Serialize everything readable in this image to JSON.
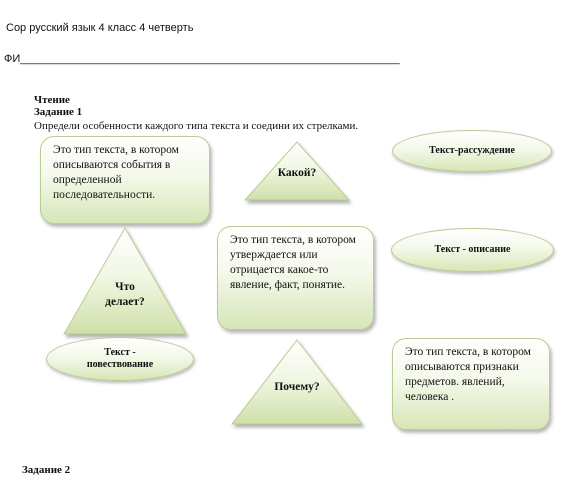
{
  "header": {
    "title": "Сор  русский язык  4 класс 4 четверть",
    "name_line": "ФИ______________________________________________________________"
  },
  "section": {
    "reading": "Чтение",
    "task1": "Задание 1",
    "instruction": "Определи особенности каждого типа текста и соедини их стрелками.",
    "task2": "Задание 2"
  },
  "boxes": {
    "events": "Это тип текста, в котором описываются события в определенной последовательности.",
    "affirm": "Это тип текста, в котором утверждается или отрицается какое-то явление, факт, понятие.",
    "features": "Это тип текста, в котором описываются признаки предметов. явлений, человека ."
  },
  "triangles": {
    "what_kind": "Какой?",
    "what_does": "Что делает?",
    "why": "Почему?"
  },
  "ovals": {
    "reasoning": "Текст-рассуждение",
    "description": "Текст - описание",
    "narration": "Текст - повествование"
  },
  "colors": {
    "fill_light": "#f4f9ea",
    "fill_dark": "#d7e6b6",
    "border": "#b9cc93"
  }
}
